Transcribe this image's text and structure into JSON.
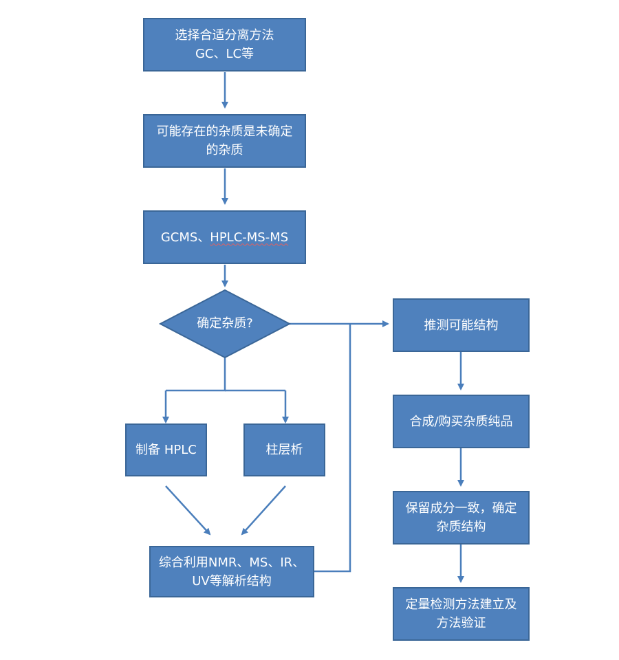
{
  "colors": {
    "fill": "#4f81bd",
    "border": "#3a6697",
    "line": "#4a7ebb",
    "text": "#ffffff"
  },
  "nodes": {
    "select_method": {
      "line1": "选择合适分离方法",
      "line2": "GC、LC等"
    },
    "possible_impurity": {
      "line1": "可能存在的杂质是未确定",
      "line2": "的杂质"
    },
    "gcms": {
      "part1": "GCMS、",
      "part2": "HPLC-MS-MS"
    },
    "confirm_decision": {
      "label": "确定杂质?"
    },
    "prep_hplc": {
      "label": "制备 HPLC"
    },
    "column_chrom": {
      "label": "柱层析"
    },
    "combined_analysis": {
      "line1": "综合利用NMR、MS、IR、",
      "line2": "UV等解析结构"
    },
    "infer_structure": {
      "label": "推测可能结构"
    },
    "synthesize": {
      "label": "合成/购买杂质纯品"
    },
    "retention_match": {
      "line1": "保留成分一致，确定",
      "line2": "杂质结构"
    },
    "quant_method": {
      "line1": "定量检测方法建立及",
      "line2": "方法验证"
    }
  }
}
